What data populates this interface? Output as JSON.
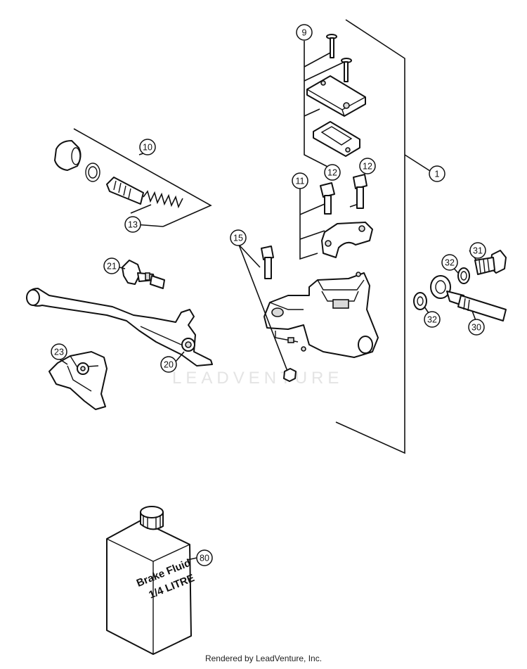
{
  "watermark": "LEADVENTURE",
  "footer": "Rendered by LeadVenture, Inc.",
  "bottle": {
    "line1": "Brake Fluid",
    "line2": "1/4 LITRE"
  },
  "callouts": {
    "c1": "1",
    "c9": "9",
    "c10": "10",
    "c11": "11",
    "c12a": "12",
    "c12b": "12",
    "c13": "13",
    "c15": "15",
    "c20": "20",
    "c21": "21",
    "c23": "23",
    "c30": "30",
    "c31": "31",
    "c32a": "32",
    "c32b": "32",
    "c80": "80"
  }
}
